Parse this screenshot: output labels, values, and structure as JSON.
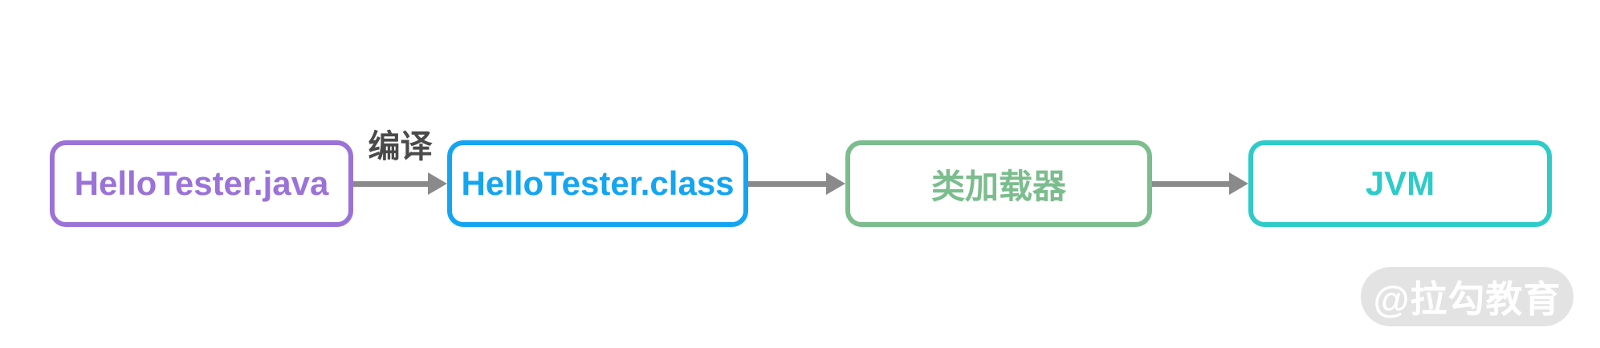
{
  "diagram": {
    "type": "flowchart",
    "direction": "left-to-right",
    "nodes": [
      {
        "id": "source-file",
        "label": "HelloTester.java",
        "border_color": "#9B72D8",
        "text_color": "#9B72D8"
      },
      {
        "id": "class-file",
        "label": "HelloTester.class",
        "border_color": "#14A5F1",
        "text_color": "#14A5F1"
      },
      {
        "id": "class-loader",
        "label": "类加载器",
        "border_color": "#7BBD8D",
        "text_color": "#7BBD8D"
      },
      {
        "id": "jvm",
        "label": "JVM",
        "border_color": "#2ECBC8",
        "text_color": "#2ECBC8"
      }
    ],
    "edges": [
      {
        "from": "source-file",
        "to": "class-file",
        "label": "编译"
      },
      {
        "from": "class-file",
        "to": "class-loader",
        "label": ""
      },
      {
        "from": "class-loader",
        "to": "jvm",
        "label": ""
      }
    ],
    "arrow_color": "#8A8A8A",
    "edge_label_color": "#4A4A4A",
    "background_color": "#FFFFFF"
  },
  "watermark": {
    "text": "@拉勾教育",
    "background_color": "#E3E3E3",
    "text_color": "#FFFFFF"
  }
}
